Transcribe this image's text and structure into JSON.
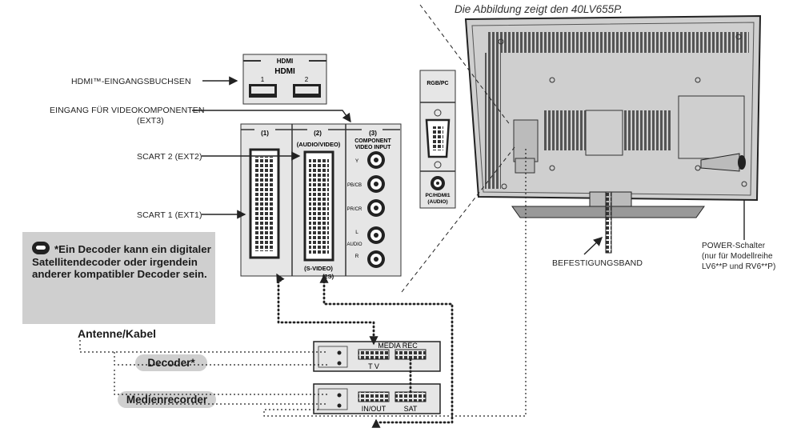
{
  "caption": "Die Abbildung zeigt den 40LV655P.",
  "labels": {
    "hdmi_inputs": "HDMI™-EINGANGSBUCHSEN",
    "component_input_line1": "EINGANG FÜR VIDEOKOMPONENTEN",
    "component_input_line2": "(EXT3)",
    "scart2": "SCART 2 (EXT2)",
    "scart1": "SCART 1 (EXT1)",
    "mounting_strap": "BEFESTIGUNGSBAND",
    "power_line1": "POWER-Schalter",
    "power_line2": "(nur für Modellreihe",
    "power_line3": "LV6**P und RV6**P)"
  },
  "panel": {
    "hdmi_header": "HDMI",
    "hdmi_logo": "HDMI",
    "hdmi_port1": "1",
    "hdmi_port2": "2",
    "scart1_header": "(1)",
    "scart2_header": "(2)",
    "scart2_sub": "(AUDIO/VIDEO)",
    "scart2_bottom": "(S-VIDEO)",
    "scart2_bottom2": "(2S)",
    "comp_header": "(3)",
    "comp_title1": "COMPONENT",
    "comp_title2": "VIDEO INPUT",
    "comp_y": "Y",
    "comp_pb": "PB/CB",
    "comp_pr": "PR/CR",
    "comp_audio": "AUDIO",
    "comp_l": "L",
    "comp_r": "R"
  },
  "side_panel": {
    "rgb_label": "RGB/PC",
    "pc_audio_line1": "PC/HDMI1",
    "pc_audio_line2": "(AUDIO)"
  },
  "note": {
    "text": "*Ein Decoder kann ein digitaler Satellitendecoder oder irgendein anderer kompatibler Decoder sein."
  },
  "devices": {
    "antenna": "Antenne/Kabel",
    "decoder": "Decoder*",
    "recorder": "Medienrecorder",
    "rec_media": "MEDIA REC",
    "rec_tv": "T V",
    "sat_inout": "IN/OUT",
    "sat_sat": "SAT"
  },
  "colors": {
    "panel_bg": "#e6e6e6",
    "tv_body": "#c9c9c9",
    "note_bg": "#cfcfcf",
    "line": "#222222"
  }
}
